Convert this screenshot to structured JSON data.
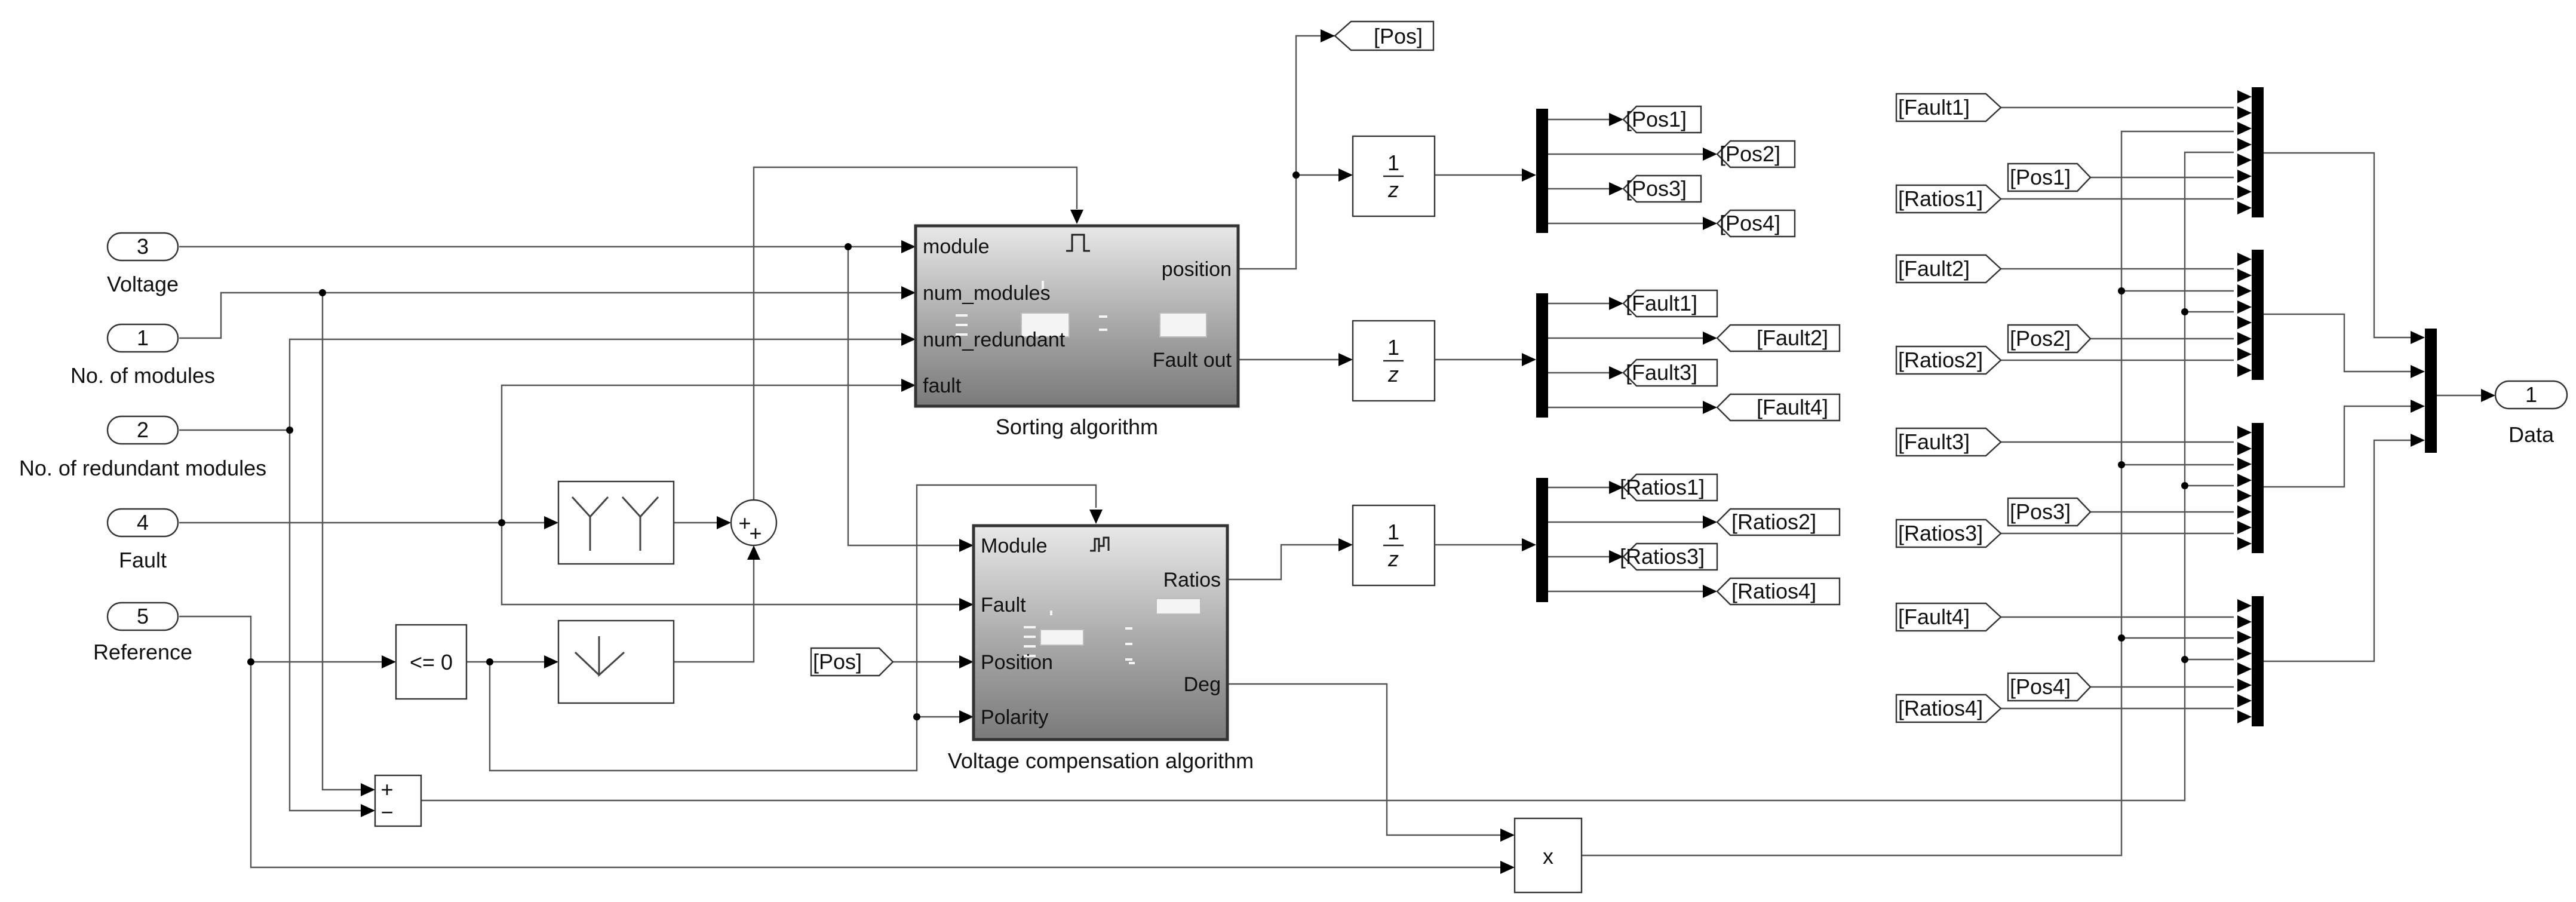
{
  "inports": [
    {
      "number": "3",
      "label": "Voltage"
    },
    {
      "number": "1",
      "label": "No. of modules"
    },
    {
      "number": "2",
      "label": "No. of redundant modules"
    },
    {
      "number": "4",
      "label": "Fault"
    },
    {
      "number": "5",
      "label": "Reference"
    }
  ],
  "outport": {
    "number": "1",
    "label": "Data"
  },
  "sorting_block": {
    "caption": "Sorting algorithm",
    "inputs": [
      "module",
      "num_modules",
      "num_redundant",
      "fault"
    ],
    "outputs": [
      "position",
      "Fault out"
    ]
  },
  "voltage_block": {
    "caption": "Voltage compensation algorithm",
    "inputs": [
      "Module",
      "Fault",
      "Position",
      "Polarity"
    ],
    "outputs": [
      "Ratios",
      "Deg"
    ]
  },
  "delay_blocks": {
    "numerator": "1",
    "denominator": "z"
  },
  "compare_block": "<= 0",
  "sum_block": {
    "plus": "+",
    "minus": "−"
  },
  "add_signs": {
    "left": "+",
    "bottom": "+"
  },
  "product_block": "x",
  "goto_tags": {
    "pos": "[Pos]",
    "pos_split": [
      "[Pos1]",
      "[Pos2]",
      "[Pos3]",
      "[Pos4]"
    ],
    "fault_split": [
      "[Fault1]",
      "[Fault2]",
      "[Fault3]",
      "[Fault4]"
    ],
    "ratios_split": [
      "[Ratios1]",
      "[Ratios2]",
      "[Ratios3]",
      "[Ratios4]"
    ]
  },
  "from_tags": {
    "pos_in": "[Pos]",
    "groups": [
      {
        "fault": "[Fault1]",
        "pos": "[Pos1]",
        "ratios": "[Ratios1]"
      },
      {
        "fault": "[Fault2]",
        "pos": "[Pos2]",
        "ratios": "[Ratios2]"
      },
      {
        "fault": "[Fault3]",
        "pos": "[Pos3]",
        "ratios": "[Ratios3]"
      },
      {
        "fault": "[Fault4]",
        "pos": "[Pos4]",
        "ratios": "[Ratios4]"
      }
    ]
  }
}
